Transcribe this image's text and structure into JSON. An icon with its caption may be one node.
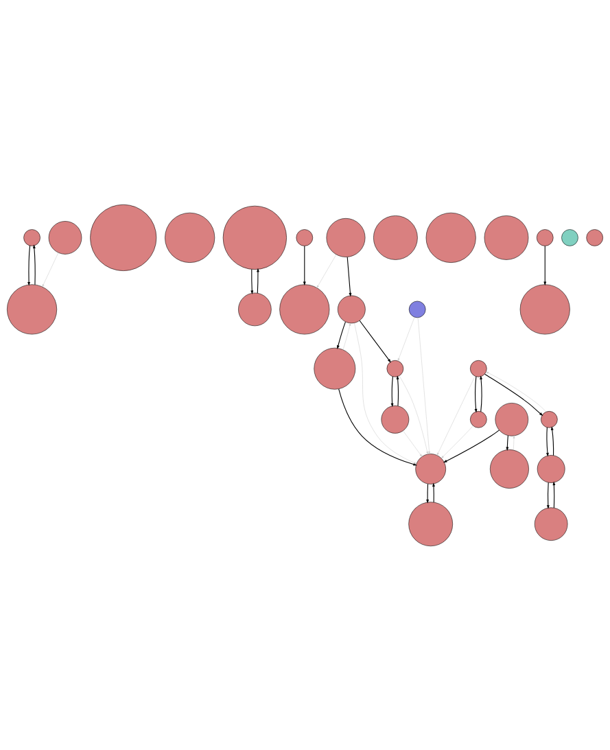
{
  "diagram": {
    "nodes": [
      {
        "text": [],
        "shape": "circle"
      },
      {
        "text": [],
        "shape": "circle"
      },
      {
        "text": [],
        "shape": "circle"
      },
      {
        "text": [],
        "shape": "circle"
      },
      {
        "text": [],
        "shape": "circle"
      },
      {
        "text": [],
        "shape": "circle"
      },
      {
        "text": [],
        "shape": "circle"
      },
      {
        "text": [],
        "shape": "circle"
      },
      {
        "text": [],
        "shape": "circle"
      },
      {
        "text": [],
        "shape": "circle"
      },
      {
        "text": [],
        "shape": "circle"
      },
      {
        "text": [],
        "shape": "circle"
      },
      {
        "text": [],
        "shape": "circle"
      },
      {
        "text": [],
        "shape": "circle"
      },
      {
        "text": [],
        "shape": "circle"
      },
      {
        "text": [],
        "shape": "circle"
      },
      {
        "text": [],
        "shape": "circle"
      },
      {
        "text": [],
        "shape": "circle"
      },
      {
        "text": [],
        "shape": "circle"
      },
      {
        "text": [],
        "shape": "circle"
      },
      {
        "text": [],
        "shape": "circle"
      },
      {
        "text": [],
        "shape": "circle"
      },
      {
        "text": [],
        "shape": "circle"
      },
      {
        "text": [],
        "shape": "circle"
      },
      {
        "text": [],
        "shape": "circle"
      },
      {
        "text": [],
        "shape": "circle"
      },
      {
        "text": [],
        "shape": "circle"
      },
      {
        "text": [],
        "shape": "circle"
      },
      {
        "text": [],
        "shape": "circle"
      },
      {
        "text": [],
        "shape": "circle"
      },
      {
        "text": [],
        "shape": "circle"
      }
    ],
    "edges": [
      {
        "from": 0,
        "to": 3,
        "arrow": "to"
      },
      {
        "from": 3,
        "to": 0,
        "arrow": "to"
      },
      {
        "from": 5,
        "to": 6,
        "arrow": "to"
      },
      {
        "from": 7,
        "to": 3,
        "arrow": "to",
        "color": "#cccccc"
      },
      {
        "from": 4,
        "to": 11,
        "arrow": "to"
      },
      {
        "from": 11,
        "to": 4,
        "arrow": "to"
      },
      {
        "from": 14,
        "to": 6,
        "arrow": "to",
        "color": "#cccccc"
      },
      {
        "from": 15,
        "to": 13,
        "arrow": "to"
      },
      {
        "from": 13,
        "to": 15,
        "arrow": "to",
        "color": "#cccccc"
      },
      {
        "from": 16,
        "to": 22,
        "arrow": "to"
      },
      {
        "from": 22,
        "to": 16,
        "arrow": "to"
      },
      {
        "from": 17,
        "to": 22,
        "arrow": "to"
      },
      {
        "from": 15,
        "to": 22,
        "arrow": "to"
      },
      {
        "from": 17,
        "to": 24,
        "arrow": "to",
        "color": "#cccccc"
      },
      {
        "from": 24,
        "to": 17,
        "arrow": "to"
      },
      {
        "from": 14,
        "to": 24,
        "arrow": "to"
      },
      {
        "from": 24,
        "to": 22,
        "arrow": "to",
        "color": "#cccccc"
      },
      {
        "from": 25,
        "to": 22,
        "arrow": "to",
        "color": "#cccccc"
      },
      {
        "from": 27,
        "to": 22,
        "arrow": "to",
        "color": "#cccccc"
      },
      {
        "from": 29,
        "to": 22,
        "arrow": "to",
        "color": "#cccccc"
      },
      {
        "from": 28,
        "to": 22,
        "arrow": "to",
        "color": "#cccccc"
      },
      {
        "from": 30,
        "to": 22,
        "arrow": "to",
        "color": "#cccccc"
      },
      {
        "from": 25,
        "to": 27,
        "arrow": "to"
      },
      {
        "from": 27,
        "to": 25,
        "arrow": "to"
      },
      {
        "from": 24,
        "to": 27,
        "arrow": "to"
      },
      {
        "from": 29,
        "to": 27,
        "arrow": "to",
        "color": "#cccccc"
      },
      {
        "from": 18,
        "to": 23,
        "arrow": "to"
      },
      {
        "from": 23,
        "to": 18,
        "arrow": "to"
      },
      {
        "from": 21,
        "to": 12,
        "arrow": "to"
      },
      {
        "from": 23,
        "to": 26,
        "arrow": "to"
      },
      {
        "from": 26,
        "to": 23,
        "arrow": "to"
      },
      {
        "from": 28,
        "to": 26,
        "arrow": "to"
      },
      {
        "from": 26,
        "to": 28,
        "arrow": "to",
        "color": "#cccccc"
      },
      {
        "from": 28,
        "to": 30,
        "arrow": "to"
      },
      {
        "from": 30,
        "to": 28,
        "arrow": "to"
      }
    ]
  }
}
